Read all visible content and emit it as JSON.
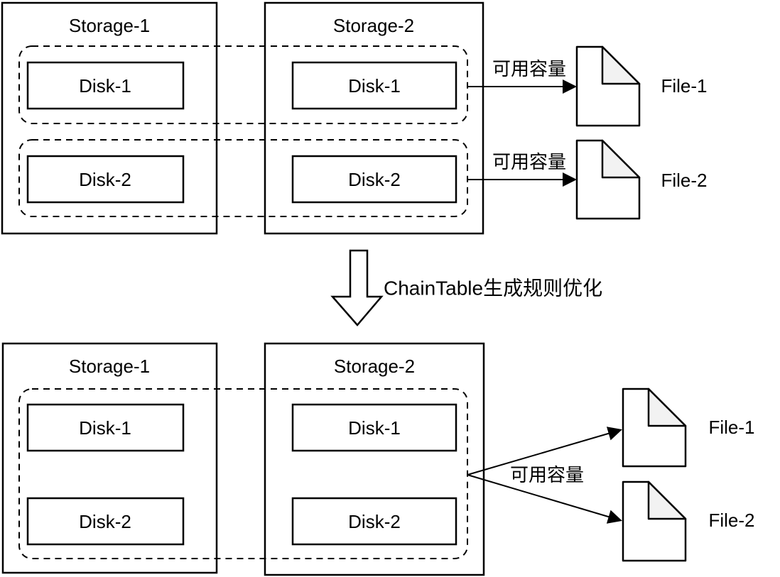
{
  "before": {
    "storage1": {
      "label": "Storage-1",
      "disk1": "Disk-1",
      "disk2": "Disk-2"
    },
    "storage2": {
      "label": "Storage-2",
      "disk1": "Disk-1",
      "disk2": "Disk-2"
    },
    "capacity1": "可用容量",
    "capacity2": "可用容量",
    "file1": "File-1",
    "file2": "File-2"
  },
  "transition": {
    "label": "ChainTable生成规则优化"
  },
  "after": {
    "storage1": {
      "label": "Storage-1",
      "disk1": "Disk-1",
      "disk2": "Disk-2"
    },
    "storage2": {
      "label": "Storage-2",
      "disk1": "Disk-1",
      "disk2": "Disk-2"
    },
    "capacity": "可用容量",
    "file1": "File-1",
    "file2": "File-2"
  },
  "colors": {
    "stroke": "#000000",
    "background": "#ffffff",
    "fold_fill": "#f2f2f2"
  }
}
